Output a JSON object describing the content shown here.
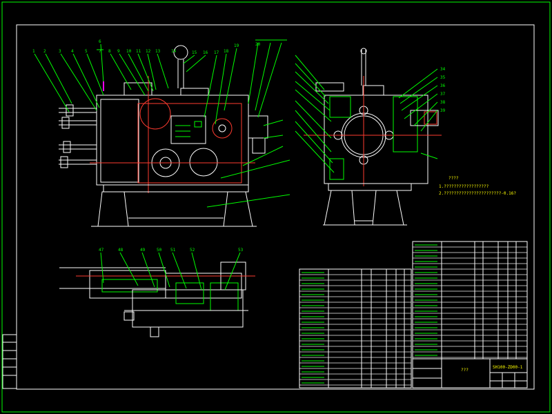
{
  "drawing": {
    "title_block_name": "???",
    "drawing_number": "SH100-ZD00-1",
    "notes_heading": "????",
    "note_1": "1.??????????????????",
    "note_2": "2.???????????????????????-0.16?"
  },
  "balloons": {
    "front_top": [
      "1",
      "2",
      "3",
      "4",
      "5",
      "6",
      "7",
      "8",
      "9",
      "10",
      "11",
      "12",
      "13",
      "14",
      "15",
      "16",
      "17",
      "18",
      "19",
      "20"
    ],
    "side_right": [
      "34",
      "35",
      "36",
      "37",
      "38",
      "39"
    ],
    "section": [
      "47",
      "48",
      "49",
      "50",
      "51",
      "52",
      "53"
    ]
  },
  "colors": {
    "background": "#000000",
    "border": "#ffffff",
    "geometry": "#ffffff",
    "leaders": "#00ff00",
    "centerlines": "#ff3b30",
    "accent": "#ffff00"
  }
}
